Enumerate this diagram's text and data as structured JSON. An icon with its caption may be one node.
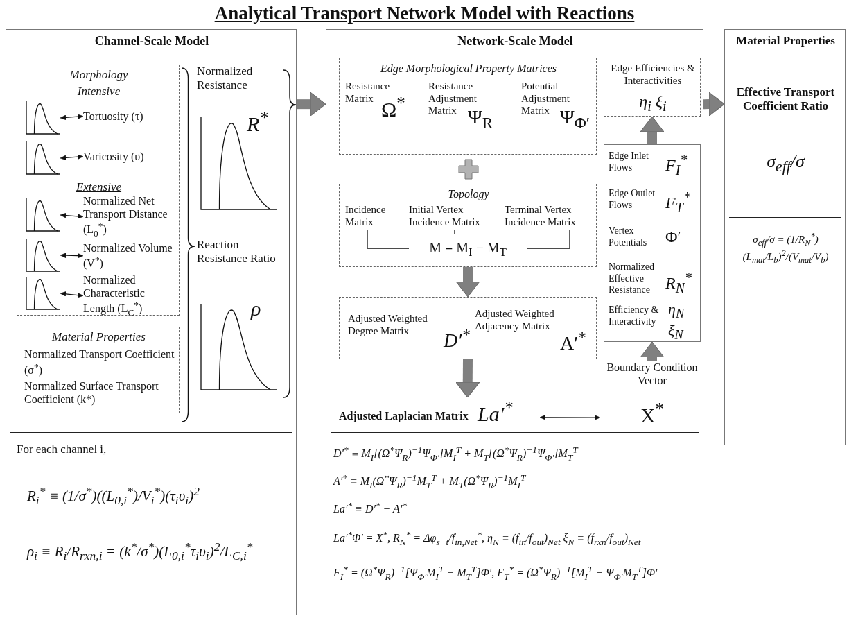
{
  "diagram": {
    "title": "Analytical Transport Network Model with Reactions",
    "nodes": [
      {
        "text": [
          "Channel-Scale Model",
          "For each channel i,",
          "R$_{i}$$^{*}$ ≡ (1/σ$^{*}$)((L$_{0,i}$$^{*}$)/V$_{i}$$^{*}$)(τ$_{i}$υ$_{i}$)$^{2}$",
          "ρ$_{i}$ ≡ R$_{i}$/R$_{rxn,i}$ = (k$^{*}$/σ$^{*}$)(L$_{0,i}$$^{*}$τ$_{i}$υ$_{i}$)$^{2}$/L$_{C,i}$$^{*}$"
        ]
      },
      {
        "text": [
          "Morphology",
          "Intensive",
          "Extensive"
        ],
        "in": 0
      },
      {
        "text": [],
        "shape": "picture",
        "in": 1
      },
      {
        "text": [
          "Tortuosity (τ)"
        ],
        "in": 1
      },
      {
        "text": [],
        "shape": "picture",
        "in": 1
      },
      {
        "text": [
          "Varicosity (υ)"
        ],
        "in": 1
      },
      {
        "text": [],
        "shape": "picture",
        "in": 1
      },
      {
        "text": [
          "Normalized Net Transport Distance (L$_{0}$$^{*}$)"
        ],
        "in": 1
      },
      {
        "text": [],
        "shape": "picture",
        "in": 1
      },
      {
        "text": [
          "Normalized Volume (V$^{*}$)"
        ],
        "in": 1
      },
      {
        "text": [],
        "shape": "picture",
        "in": 1
      },
      {
        "text": [
          "Normalized Characteristic Length (L$_{C}$$^{*}$)"
        ],
        "in": 1
      },
      {
        "text": [
          "Material Properties",
          "Normalized Transport Coefficient (σ$^{*}$)",
          "Normalized Surface Transport Coefficient (k*)"
        ],
        "in": 0
      },
      {
        "text": [
          "Normalized Resistance",
          "R$^{*}$"
        ],
        "in": 0
      },
      {
        "text": [
          "Reaction Resistance Ratio",
          "ρ"
        ],
        "in": 0
      },
      {
        "text": [
          "Network-Scale Model",
          "D′$^{*}$ ≡ M$_{I}$[(Ω$^{*}$Ψ$_{R}$)$^{−1}$Ψ$_{Φ′}$]M$_{I}$$^{T}$ + M$_{T}$[(Ω$^{*}$Ψ$_{R}$)$^{−1}$Ψ$_{Φ′}$]M$_{T}$$^{T}$",
          "A′$^{*}$ ≡ M$_{I}$(Ω$^{*}$Ψ$_{R}$)$^{−1}$M$_{T}$$^{T}$ + M$_{T}$(Ω$^{*}$Ψ$_{R}$)$^{−1}$M$_{I}$$^{T}$",
          "La′$^{*}$ ≡ D′$^{*}$ − A′$^{*}$",
          "La′$^{*}$Φ′ = X$^{*}$,   R$_{N}$$^{*}$ = Δφ$_{s−t}$/f$_{in,Net}$$^{*}$,   η$_{N}$ ≡ (f$_{in}$/f$_{out}$)$_{Net}$   ξ$_{N}$ ≡ (f$_{rxn}$/f$_{out}$)$_{Net}$",
          "F$_{I}$$^{*}$ = (Ω$^{*}$Ψ$_{R}$)$^{−1}$[Ψ$_{Φ′}$M$_{I}$$^{T}$ − M$_{T}$$^{T}$]Φ′,   F$_{T}$$^{*}$ = (Ω$^{*}$Ψ$_{R}$)$^{−1}$[M$_{I}$$^{T}$ − Ψ$_{Φ′}$M$_{T}$$^{T}$]Φ′"
        ]
      },
      {
        "text": [
          "Edge Morphological Property Matrices",
          "Resistance Matrix",
          "Ω$^{*}$",
          "Resistance Adjustment Matrix",
          "Ψ$_{R}$",
          "Potential Adjustment Matrix",
          "Ψ$_{Φ′}$"
        ],
        "in": 15
      },
      {
        "text": [
          "Topology",
          "Incidence Matrix",
          "Initial Vertex Incidence Matrix",
          "Terminal Vertex Incidence Matrix",
          "M = M$_{I}$ − M$_{T}$"
        ],
        "in": 15
      },
      {
        "text": [
          "Adjusted Weighted Degree Matrix",
          "D′$^{*}$",
          "Adjusted Weighted Adjacency Matrix",
          "A′$^{*}$"
        ],
        "in": 15
      },
      {
        "text": [
          "Adjusted Laplacian Matrix",
          "La′$^{*}$"
        ],
        "in": 15
      },
      {
        "text": [
          "Boundary Condition Vector",
          "X$^{*}$"
        ],
        "in": 15
      },
      {
        "text": [
          "Edge Efficiencies & Interactivities",
          "η$_{i}$ ξ$_{i}$"
        ],
        "in": 15
      },
      {
        "text": [
          "Edge Inlet Flows",
          "F$_{I}$$^{*}$",
          "Edge Outlet Flows",
          "F$_{T}$$^{*}$",
          "Vertex Potentials",
          "Φ′",
          "Normalized Effective Resistance",
          "R$_{N}$$^{*}$",
          "Efficiency & Interactivity",
          "η$_{N}$ ξ$_{N}$"
        ],
        "in": 15
      },
      {
        "text": [
          "Material Properties",
          "Effective Transport Coefficient Ratio",
          "σ$_{eff}$/σ",
          "σ$_{eff}$/σ = (1/R$_{N}$$^{*}$)(L$_{mat}$/L$_{b}$)$^{2}$/(V$_{mat}$/V$_{b}$)"
        ]
      }
    ],
    "edges": [
      {
        "from": 2,
        "to": 3,
        "arrow": "both"
      },
      {
        "from": 4,
        "to": 5,
        "arrow": "both"
      },
      {
        "from": 6,
        "to": 7,
        "arrow": "both"
      },
      {
        "from": 8,
        "to": 9,
        "arrow": "both"
      },
      {
        "from": 10,
        "to": 11,
        "arrow": "both"
      },
      {
        "from": 0,
        "to": 15,
        "arrow": "to",
        "style": "thick",
        "color": "#808080"
      },
      {
        "from": 17,
        "to": 18,
        "arrow": "to",
        "style": "thick",
        "color": "#808080"
      },
      {
        "from": 18,
        "to": 19,
        "arrow": "to",
        "style": "thick",
        "color": "#808080"
      },
      {
        "from": 19,
        "to": 20,
        "arrow": "both"
      },
      {
        "from": 20,
        "to": 22,
        "arrow": "to",
        "style": "thick",
        "color": "#808080"
      },
      {
        "from": 22,
        "to": 21,
        "arrow": "to",
        "style": "thick",
        "color": "#808080"
      },
      {
        "from": 15,
        "to": 23,
        "arrow": "to",
        "style": "thick",
        "color": "#808080"
      }
    ]
  }
}
